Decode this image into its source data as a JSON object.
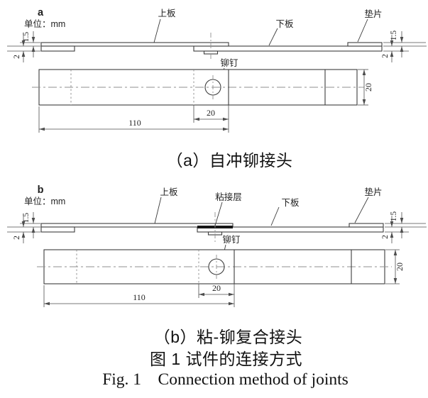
{
  "figure": {
    "unit_label": "单位：mm",
    "dim_upper_thickness": "1.5",
    "dim_lower_thickness": "2",
    "dim_overlap": "20",
    "dim_length": "110",
    "dim_width": "20",
    "diagram_a": {
      "marker": "a",
      "label_upper_plate": "上板",
      "label_lower_plate": "下板",
      "label_shim": "垫片",
      "label_rivet": "铆钉",
      "caption": "（a）自冲铆接头"
    },
    "diagram_b": {
      "marker": "b",
      "label_upper_plate": "上板",
      "label_adhesive": "粘接层",
      "label_lower_plate": "下板",
      "label_shim": "垫片",
      "label_rivet": "铆钉",
      "caption": "（b）粘-铆复合接头"
    },
    "caption_zh": "图 1 试件的连接方式",
    "caption_en": "Fig. 1    Connection method of joints",
    "colors": {
      "line": "#3c3c3c",
      "dim_line": "#4d4d4d",
      "hidden_line": "#8a8a8a",
      "center_line": "#8f8f8f",
      "text": "#1f1f1f",
      "adhesive_fill": "#161616",
      "background": "#ffffff"
    }
  }
}
